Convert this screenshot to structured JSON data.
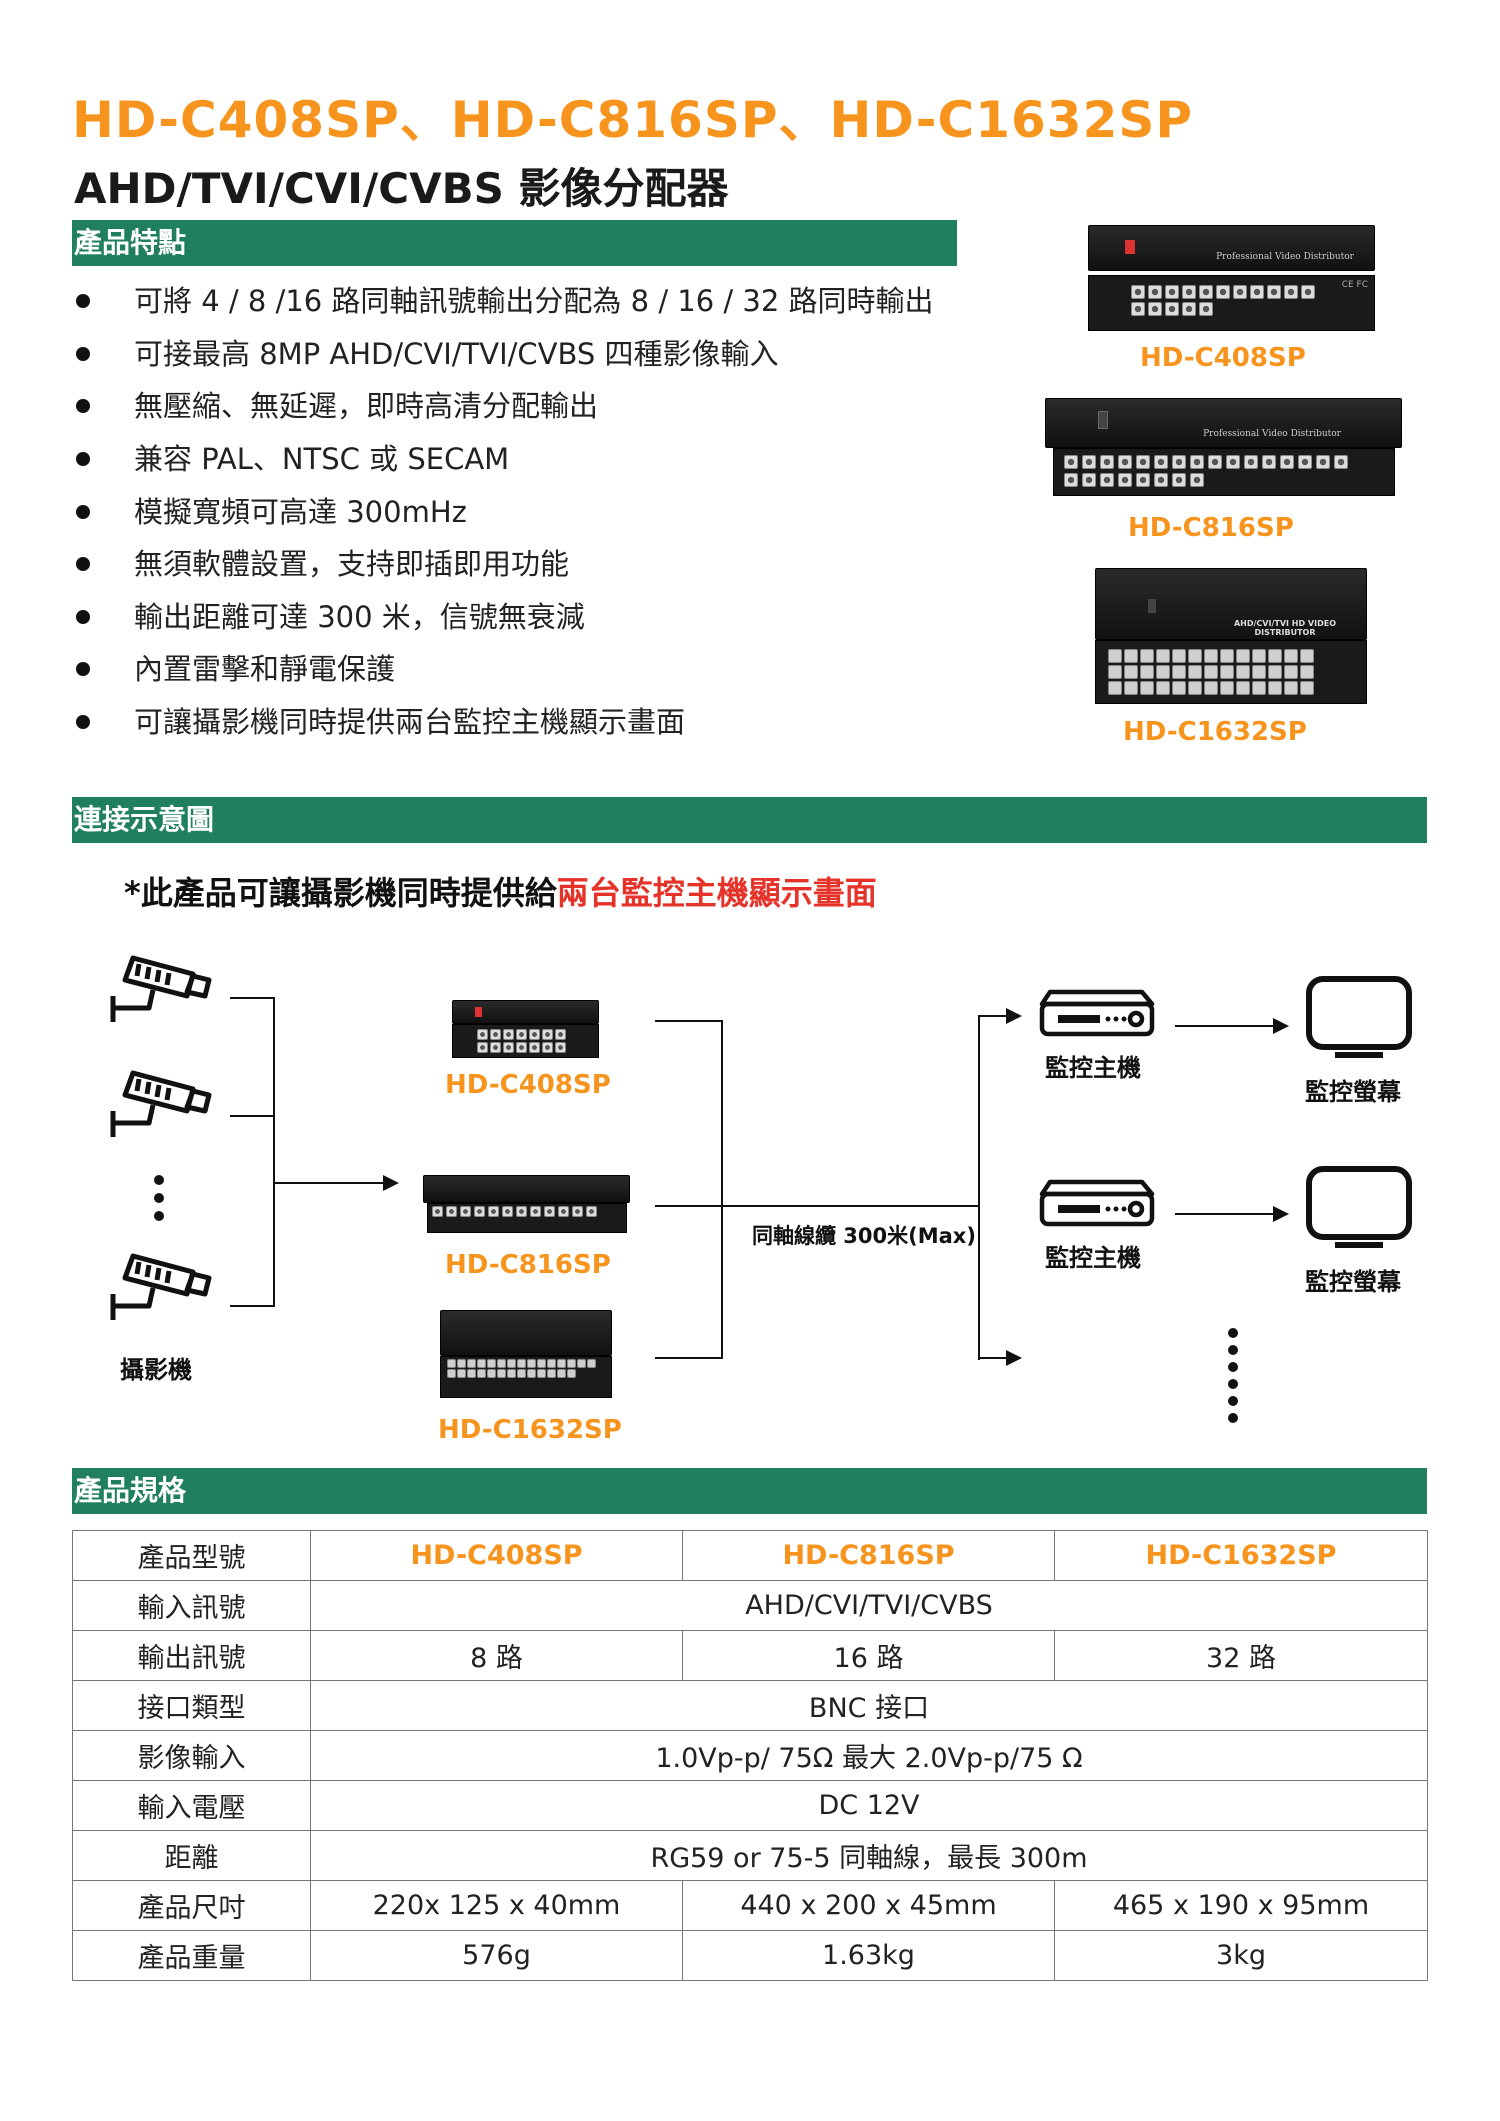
{
  "header": {
    "title": "HD-C408SP、HD-C816SP、HD-C1632SP",
    "subtitle": "AHD/TVI/CVI/CVBS 影像分配器"
  },
  "features": {
    "heading": "產品特點",
    "items": [
      "可將 4 / 8 /16 路同軸訊號輸出分配為 8 / 16 / 32 路同時輸出",
      "可接最高 8MP AHD/CVI/TVI/CVBS 四種影像輸入",
      "無壓縮、無延遲，即時高清分配輸出",
      "兼容 PAL、NTSC 或 SECAM",
      "模擬寬頻可高達 300mHz",
      "無須軟體設置，支持即插即用功能",
      "輸出距離可達 300 米，信號無衰減",
      "內置雷擊和靜電保護",
      "可讓攝影機同時提供兩台監控主機顯示畫面"
    ]
  },
  "products": {
    "p1_label": "HD-C408SP",
    "p2_label": "HD-C816SP",
    "p3_label": "HD-C1632SP",
    "p1_panel_text": "Professional Video Distributor",
    "p2_panel_text": "Professional Video Distributor",
    "p3_panel_text": "AHD/CVI/TVI HD VIDEO DISTRIBUTOR",
    "cert_text": "CE FC"
  },
  "connection": {
    "heading": "連接示意圖",
    "note_prefix": "*此產品可讓攝影機同時提供給",
    "note_highlight": "兩台監控主機顯示畫面",
    "camera_label": "攝影機",
    "d1_label": "HD-C408SP",
    "d2_label": "HD-C816SP",
    "d3_label": "HD-C1632SP",
    "cable_label": "同軸線纜 300米(Max)",
    "dvr1_label": "監控主機",
    "dvr2_label": "監控主機",
    "mon1_label": "監控螢幕",
    "mon2_label": "監控螢幕"
  },
  "specs": {
    "heading": "產品規格",
    "rows": {
      "model": {
        "label": "產品型號",
        "c1": "HD-C408SP",
        "c2": "HD-C816SP",
        "c3": "HD-C1632SP"
      },
      "input": {
        "label": "輸入訊號",
        "all": "AHD/CVI/TVI/CVBS"
      },
      "output": {
        "label": "輸出訊號",
        "c1": "8 路",
        "c2": "16 路",
        "c3": "32 路"
      },
      "port": {
        "label": "接口類型",
        "all": "BNC 接口"
      },
      "video": {
        "label": "影像輸入",
        "all": "1.0Vp-p/ 75Ω  最大 2.0Vp-p/75  Ω"
      },
      "voltage": {
        "label": "輸入電壓",
        "all": "DC 12V"
      },
      "distance": {
        "label": "距離",
        "all": "RG59 or 75-5 同軸線，最長  300m"
      },
      "size": {
        "label": "產品尺吋",
        "c1": "220x 125 x 40mm",
        "c2": "440 x 200 x 45mm",
        "c3": "465 x 190 x 95mm"
      },
      "weight": {
        "label": "產品重量",
        "c1": "576g",
        "c2": "1.63kg",
        "c3": "3kg"
      }
    }
  }
}
